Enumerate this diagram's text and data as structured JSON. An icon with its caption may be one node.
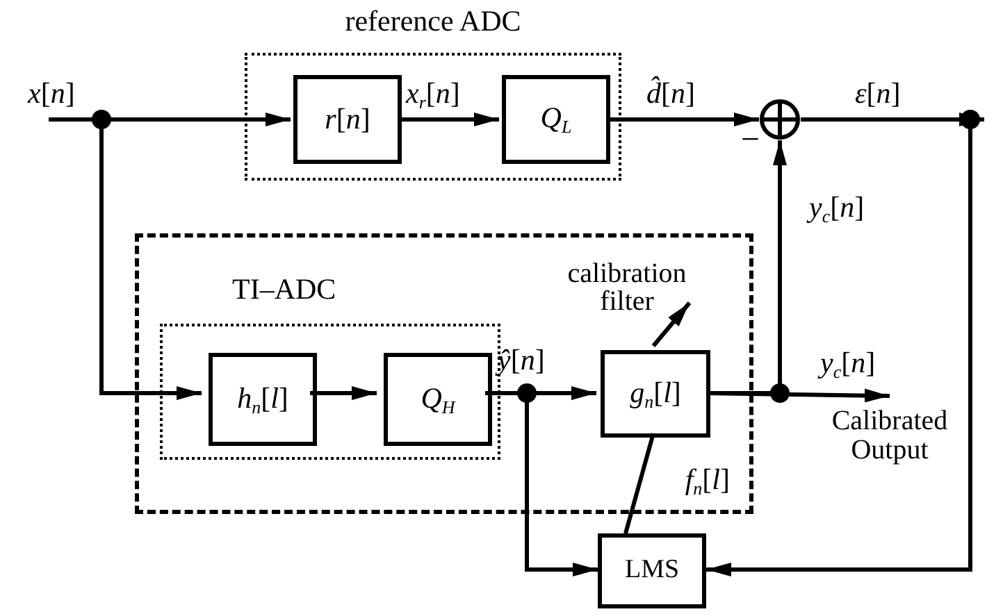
{
  "diagram": {
    "nodes": [
      {
        "text": [
          "reference ADC"
        ]
      },
      {
        "text": [
          "*r*[*n*]"
        ],
        "in": 0
      },
      {
        "text": [
          "*Q*$_{L}$"
        ],
        "in": 0
      },
      {
        "text": [],
        "shape": "circle",
        "beside": [
          "−"
        ]
      },
      {
        "text": [
          "*f*$_{n}$[*l*]"
        ]
      },
      {
        "text": [
          "TI–ADC"
        ],
        "in": 4
      },
      {
        "text": [
          "*h*$_{n}$[*l*]"
        ],
        "in": 5
      },
      {
        "text": [
          "*Q*$_{H}$"
        ],
        "in": 5
      },
      {
        "text": [
          "*g*$_{n}$[*l*]"
        ],
        "in": 4
      },
      {
        "text": [
          "LMS"
        ]
      },
      {
        "text": [
          "*x*[*n*]"
        ]
      },
      {
        "text": [
          "calibration filter"
        ],
        "in": 4
      },
      {
        "text": [
          "Calibrated Output"
        ]
      }
    ],
    "edges": [
      {
        "from": 10,
        "to": 1,
        "arrow": "to"
      },
      {
        "from": 10,
        "to": 6,
        "arrow": "to"
      },
      {
        "from": 1,
        "to": 2,
        "arrow": "to",
        "label": "*x*$_{r}$[*n*]"
      },
      {
        "from": 2,
        "to": 3,
        "arrow": "to",
        "label": "*d̂*[*n*]"
      },
      {
        "from": 3,
        "to": null,
        "arrow": "to",
        "label": "*ε*[*n*]"
      },
      {
        "from": 3,
        "to": 9,
        "arrow": "to"
      },
      {
        "from": 8,
        "to": 3,
        "arrow": "to",
        "label": "*y*$_{c}$[*n*]"
      },
      {
        "from": 8,
        "to": 12,
        "arrow": "to",
        "label": "*y*$_{c}$[*n*]"
      },
      {
        "from": 6,
        "to": 7,
        "arrow": "to"
      },
      {
        "from": 7,
        "to": 8,
        "arrow": "to",
        "label": "*ŷ*[*n*]"
      },
      {
        "from": 7,
        "to": 9,
        "arrow": "to"
      },
      {
        "from": 9,
        "to": 8,
        "arrow": "none"
      },
      {
        "from": 8,
        "to": 11,
        "arrow": "to"
      }
    ]
  }
}
